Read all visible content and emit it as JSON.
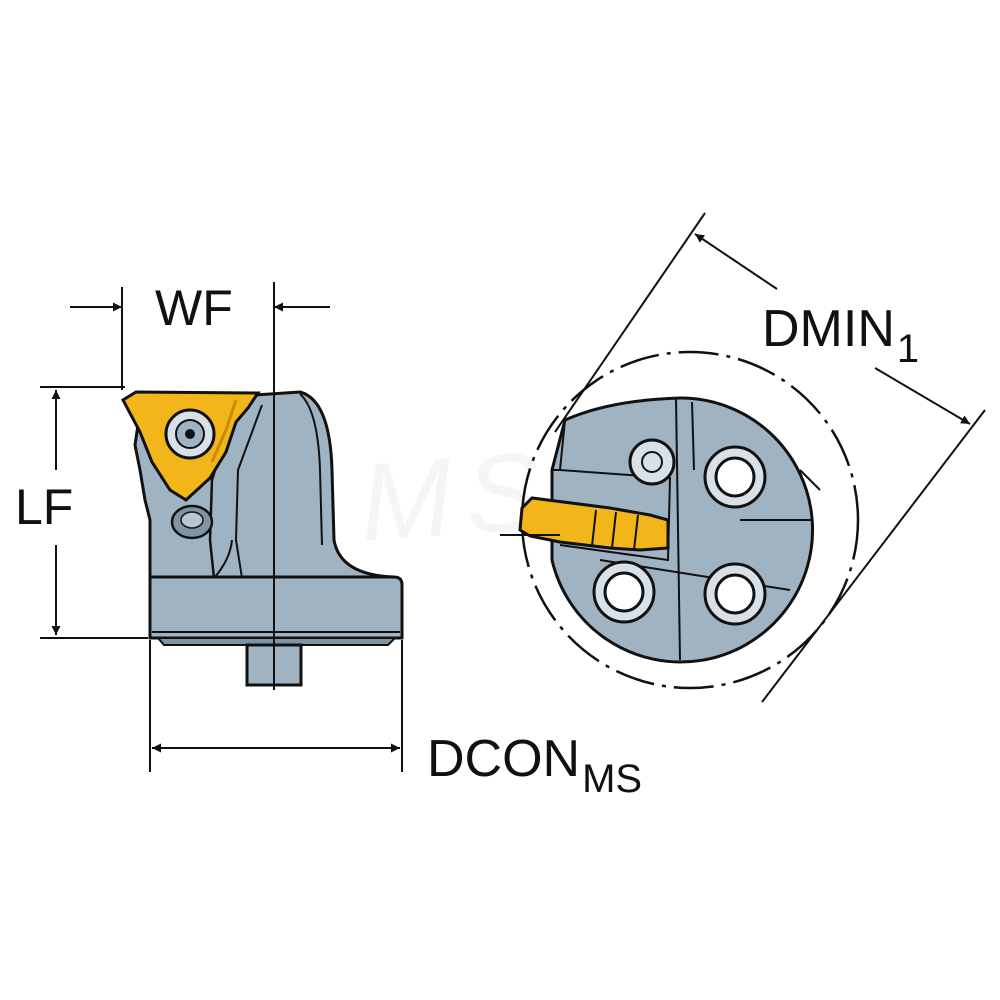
{
  "labels": {
    "wf": "WF",
    "lf": "LF",
    "dmin": "DMIN",
    "dmin_sub": "1",
    "dcon": "DCON",
    "dcon_sub": "MS"
  },
  "watermark": "MSC",
  "colors": {
    "body": "#9fb3c3",
    "body_dark": "#7e93a4",
    "insert": "#f2b51a",
    "insert_dark": "#c98c00",
    "line": "#111111"
  },
  "icons": [
    "torx-screw-icon",
    "bolt-hole-icon"
  ]
}
